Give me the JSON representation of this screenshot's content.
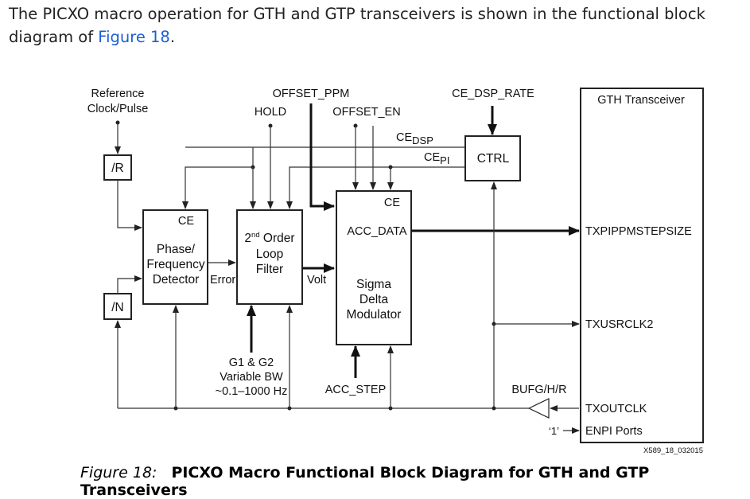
{
  "intro": {
    "text_before": "The PICXO macro operation for GTH and GTP transceivers is shown in the functional block diagram of ",
    "link": "Figure 18",
    "text_after": "."
  },
  "diagram": {
    "ref_clock_line1": "Reference",
    "ref_clock_line2": "Clock/Pulse",
    "offset_ppm": "OFFSET_PPM",
    "hold": "HOLD",
    "offset_en": "OFFSET_EN",
    "ce_dsp_rate": "CE_DSP_RATE",
    "gth_transceiver": "GTH Transceiver",
    "ce_dsp_base": "CE",
    "ce_dsp_sub": "DSP",
    "ce_pi_base": "CE",
    "ce_pi_sub": "PI",
    "ctrl": "CTRL",
    "r_divider": "/R",
    "n_divider": "/N",
    "pfd_ce": "CE",
    "pfd_line1": "Phase/",
    "pfd_line2": "Frequency",
    "pfd_line3": "Detector",
    "error": "Error",
    "lf_sup": "nd",
    "lf_line1_base": "2",
    "lf_line1_rest": " Order",
    "lf_line2": "Loop",
    "lf_line3": "Filter",
    "volt": "Volt",
    "sdm_ce": "CE",
    "acc_data": "ACC_DATA",
    "sdm_line1": "Sigma",
    "sdm_line2": "Delta",
    "sdm_line3": "Modulator",
    "txpippmstepsize": "TXPIPPMSTEPSIZE",
    "txusrclk2": "TXUSRCLK2",
    "bufg": "BUFG/H/R",
    "txoutclk": "TXOUTCLK",
    "g1g2_line1": "G1 & G2",
    "g1g2_line2": "Variable BW",
    "g1g2_line3": "~0.1–1000 Hz",
    "acc_step": "ACC_STEP",
    "one": "‘1’",
    "enpi_ports": "ENPI Ports",
    "figure_code": "X589_18_032015"
  },
  "caption": {
    "label": "Figure 18:",
    "title": "PICXO Macro Functional Block Diagram for GTH and GTP Transceivers"
  }
}
